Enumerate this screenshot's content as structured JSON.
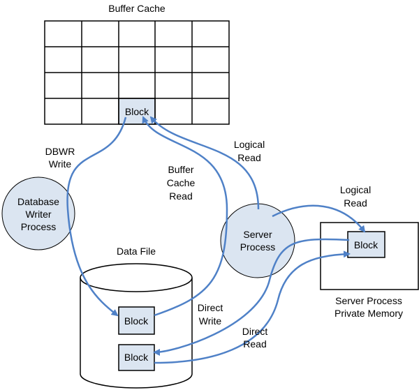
{
  "buffer_cache": {
    "title": "Buffer Cache",
    "block_label": "Block"
  },
  "dbwr": {
    "process_line1": "Database",
    "process_line2": "Writer",
    "process_line3": "Process",
    "arrow_line1": "DBWR",
    "arrow_line2": "Write"
  },
  "server": {
    "process_line1": "Server",
    "process_line2": "Process"
  },
  "data_file": {
    "title": "Data File",
    "block1_label": "Block",
    "block2_label": "Block"
  },
  "private_memory": {
    "block_label": "Block",
    "caption_line1": "Server Process",
    "caption_line2": "Private Memory"
  },
  "arrows": {
    "logical_read_top_line1": "Logical",
    "logical_read_top_line2": "Read",
    "buffer_cache_read_line1": "Buffer",
    "buffer_cache_read_line2": "Cache",
    "buffer_cache_read_line3": "Read",
    "logical_read_right_line1": "Logical",
    "logical_read_right_line2": "Read",
    "direct_write_line1": "Direct",
    "direct_write_line2": "Write",
    "direct_read_line1": "Direct",
    "direct_read_line2": "Read"
  },
  "colors": {
    "arrow": "#4f81c7",
    "block_fill": "#dbe5f1",
    "process_fill": "#dbe5f1",
    "line": "#000000"
  }
}
